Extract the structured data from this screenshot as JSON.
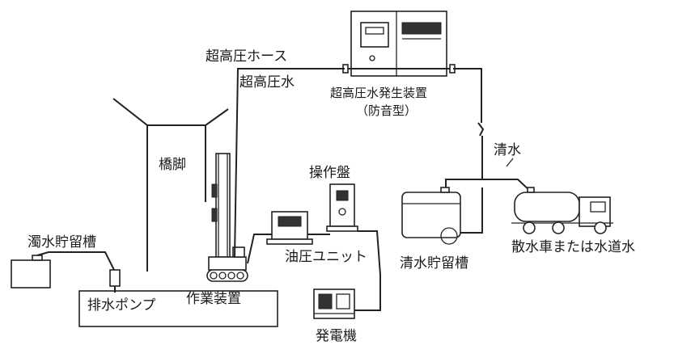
{
  "labels": {
    "ultra_high_pressure_hose": "超高圧ホース",
    "ultra_high_pressure_water": "超高圧水",
    "generator_unit": "超高圧水発生装置",
    "generator_unit_sub": "（防音型）",
    "clean_water": "清水",
    "pier": "橋脚",
    "control_panel": "操作盤",
    "turbid_water_tank": "濁水貯留槽",
    "hydraulic_unit": "油圧ユニット",
    "clean_water_tank": "清水貯留槽",
    "sprinkler_truck": "散水車または水道水",
    "drain_pump": "排水ポンプ",
    "work_device": "作業装置",
    "power_generator": "発電機"
  }
}
